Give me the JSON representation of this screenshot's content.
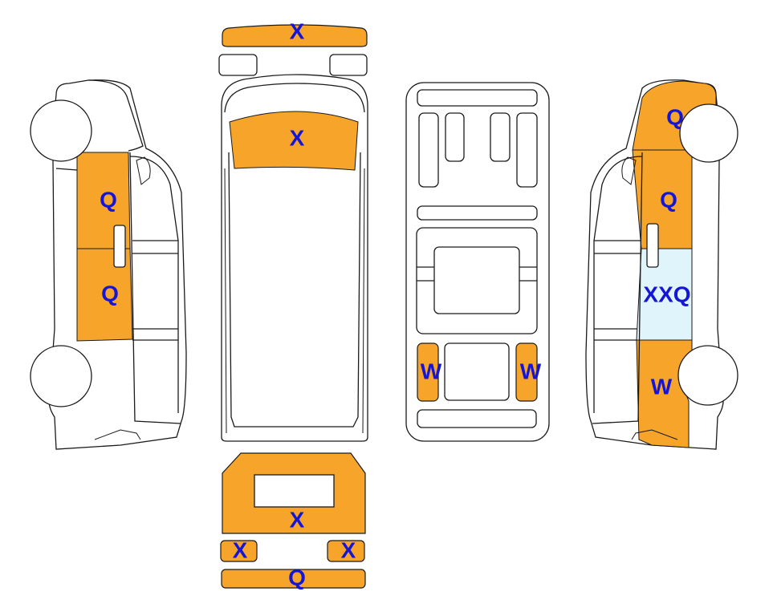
{
  "colors": {
    "damaged": "#F7A52A",
    "highlight": "#E0F4FB",
    "marker_text": "#1515D6",
    "outline": "#1a1a1a"
  },
  "markers": {
    "roof_top_edge": "X",
    "windshield": "X",
    "rear_panel": "X",
    "rear_light_left": "X",
    "rear_light_right": "X",
    "rear_bumper": "Q",
    "left_front_fender": "Q",
    "left_front_door": "Q",
    "under_left_rocker": "W",
    "under_right_rocker": "W",
    "right_front_fender": "Q",
    "right_front_door": "Q",
    "right_sliding_door": "XXQ",
    "right_rear_quarter": "W"
  }
}
